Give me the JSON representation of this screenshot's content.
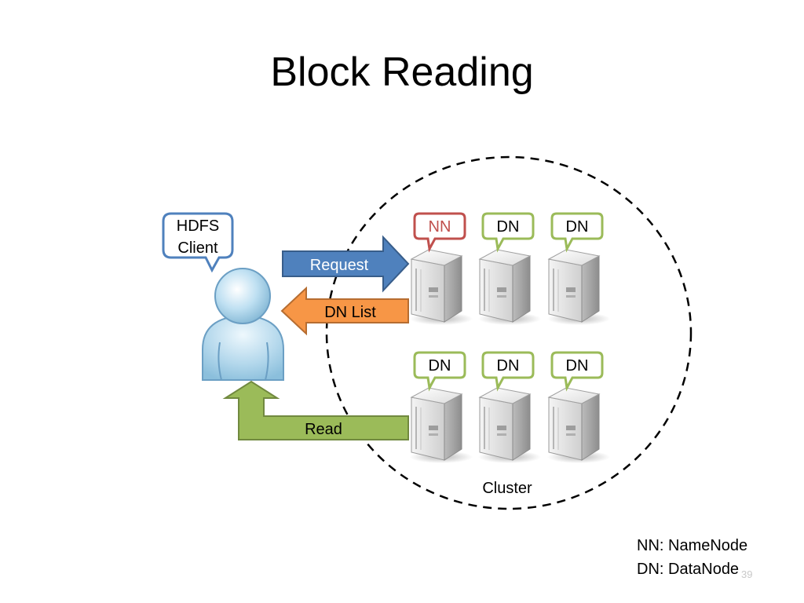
{
  "slide": {
    "title": "Block Reading",
    "page_number": "39"
  },
  "client": {
    "bubble_line1": "HDFS",
    "bubble_line2": "Client"
  },
  "arrows": {
    "request": "Request",
    "dn_list": "DN List",
    "read": "Read"
  },
  "cluster": {
    "label": "Cluster",
    "top_row": [
      "NN",
      "DN",
      "DN"
    ],
    "bottom_row": [
      "DN",
      "DN",
      "DN"
    ]
  },
  "legend": {
    "line1": "NN: NameNode",
    "line2": "DN: DataNode"
  },
  "colors": {
    "request_arrow": "#4f81bd",
    "dn_list_arrow": "#f79646",
    "read_arrow": "#9bbb59",
    "namenode_label": "#c0504d",
    "datanode_label": "#9bbb59",
    "client_bubble": "#4f81bd",
    "client_body": "#a6cfe6"
  }
}
